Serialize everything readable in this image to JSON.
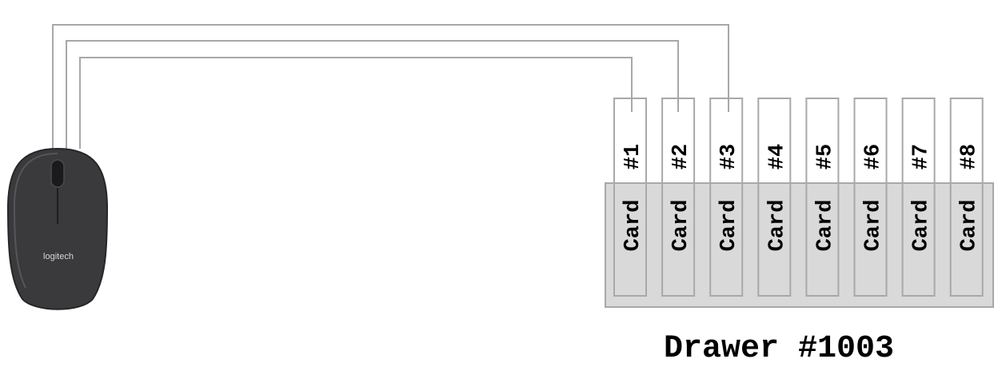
{
  "drawer": {
    "label": "Drawer #1003",
    "card_word": "Card",
    "cards": [
      {
        "number": "#1"
      },
      {
        "number": "#2"
      },
      {
        "number": "#3"
      },
      {
        "number": "#4"
      },
      {
        "number": "#5"
      },
      {
        "number": "#6"
      },
      {
        "number": "#7"
      },
      {
        "number": "#8"
      }
    ],
    "connected_cards": [
      "#1",
      "#2",
      "#3"
    ]
  },
  "mouse": {
    "brand": "logitech",
    "icon": "computer-mouse-icon"
  },
  "colors": {
    "wire": "#a8a8a8",
    "drawer_fill": "#d9d9d9",
    "drawer_stroke": "#a8a8a8",
    "card_stroke": "#a8a8a8",
    "mouse_body": "#3a3a3c"
  }
}
